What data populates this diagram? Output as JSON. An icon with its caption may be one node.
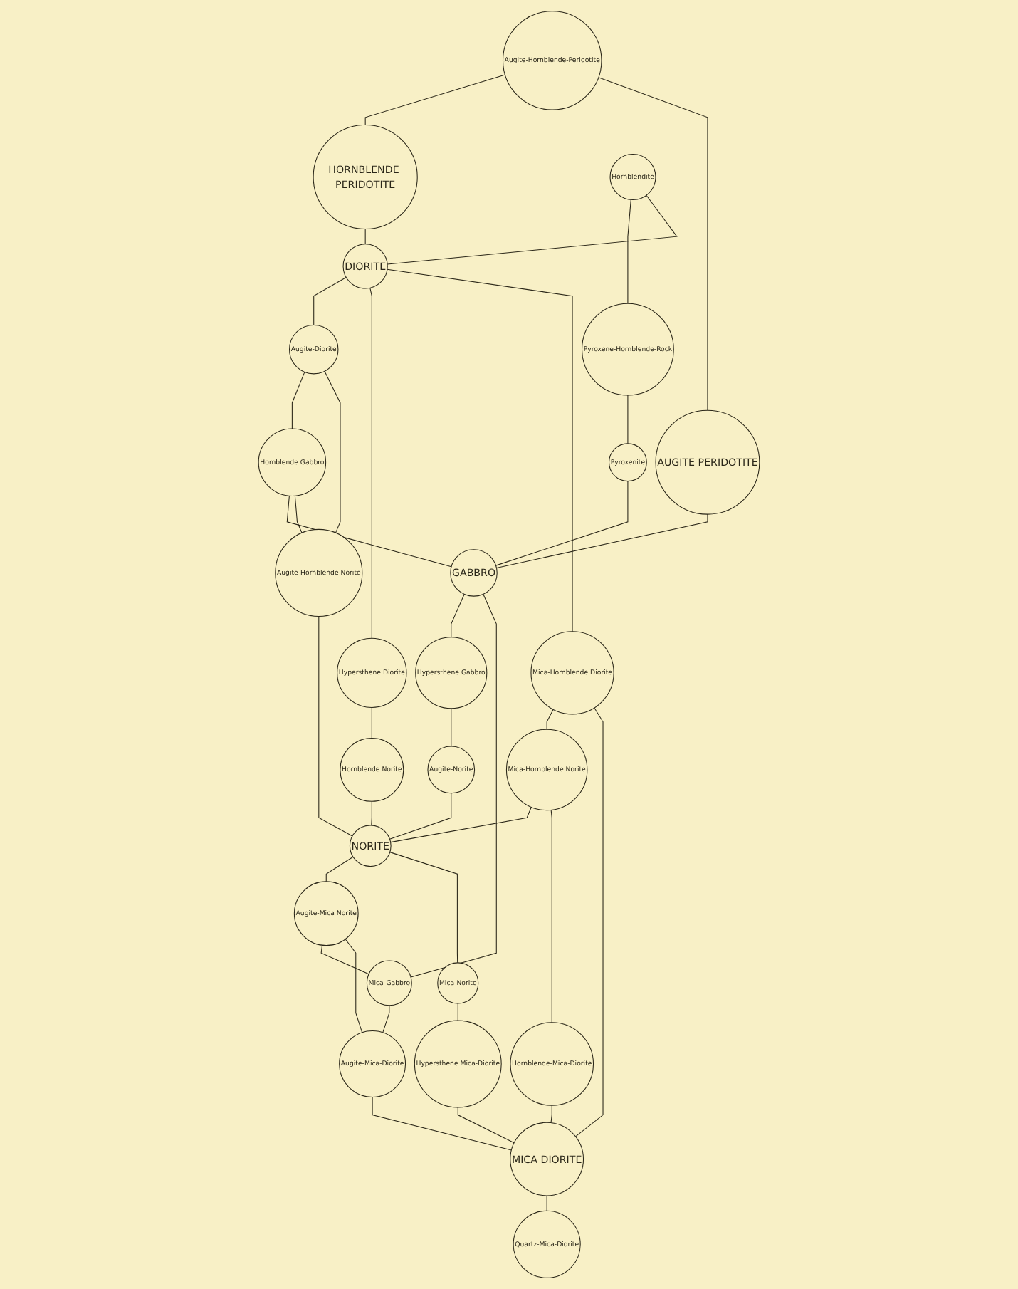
{
  "diagram": {
    "nodes": [
      {
        "text": [
          "Augite-Hornblende-Peridotite"
        ]
      },
      {
        "text": [
          "HORNBLENDE PERIDOTITE"
        ]
      },
      {
        "text": [
          "AUGITE PERIDOTITE"
        ]
      },
      {
        "text": [
          "Hornblendite"
        ]
      },
      {
        "text": [
          "Pyroxene-Hornblende-Rock"
        ]
      },
      {
        "text": [
          "Pyroxenite"
        ]
      },
      {
        "text": [
          "DIORITE"
        ]
      },
      {
        "text": [
          "Augite-Diorite"
        ]
      },
      {
        "text": [
          "Hornblende Gabbro"
        ]
      },
      {
        "text": [
          "GABBRO"
        ]
      },
      {
        "text": [
          "Hypersthene Diorite"
        ]
      },
      {
        "text": [
          "Augite-Hornblende Norite"
        ]
      },
      {
        "text": [
          "Hypersthene Gabbro"
        ]
      },
      {
        "text": [
          "Hornblende Norite"
        ]
      },
      {
        "text": [
          "Augite-Norite"
        ]
      },
      {
        "text": [
          "Mica-Hornblende Diorite"
        ]
      },
      {
        "text": [
          "NORITE"
        ]
      },
      {
        "text": [
          "Mica-Gabbro"
        ]
      },
      {
        "text": [
          "Mica-Hornblende Norite"
        ]
      },
      {
        "text": [
          "Augite-Mica Norite"
        ]
      },
      {
        "text": [
          "Mica-Norite"
        ]
      },
      {
        "text": [
          "Hornblende-Mica-Diorite"
        ]
      },
      {
        "text": [
          "Augite-Mica-Diorite"
        ]
      },
      {
        "text": [
          "Hypersthene Mica-Diorite"
        ]
      },
      {
        "text": [
          "MICA DIORITE"
        ]
      },
      {
        "text": [
          "Quartz-Mica-Diorite"
        ]
      }
    ],
    "edges": [
      {
        "from": 0,
        "to": 1,
        "arrow": "none"
      },
      {
        "from": 0,
        "to": 2,
        "arrow": "none"
      },
      {
        "from": 1,
        "to": 6,
        "arrow": "none"
      },
      {
        "from": 2,
        "to": 9,
        "arrow": "none"
      },
      {
        "from": 3,
        "to": 4,
        "arrow": "none"
      },
      {
        "from": 4,
        "to": 5,
        "arrow": "none"
      },
      {
        "from": 3,
        "to": 6,
        "arrow": "none"
      },
      {
        "from": 5,
        "to": 9,
        "arrow": "none"
      },
      {
        "from": 6,
        "to": 7,
        "arrow": "none"
      },
      {
        "from": 7,
        "to": 8,
        "arrow": "none"
      },
      {
        "from": 8,
        "to": 9,
        "arrow": "none"
      },
      {
        "from": 7,
        "to": 11,
        "arrow": "none"
      },
      {
        "from": 8,
        "to": 11,
        "arrow": "none"
      },
      {
        "from": 6,
        "to": 10,
        "arrow": "none"
      },
      {
        "from": 9,
        "to": 12,
        "arrow": "none"
      },
      {
        "from": 10,
        "to": 13,
        "arrow": "none"
      },
      {
        "from": 12,
        "to": 14,
        "arrow": "none"
      },
      {
        "from": 11,
        "to": 16,
        "arrow": "none"
      },
      {
        "from": 13,
        "to": 16,
        "arrow": "none"
      },
      {
        "from": 14,
        "to": 16,
        "arrow": "none"
      },
      {
        "from": 6,
        "to": 15,
        "arrow": "none"
      },
      {
        "from": 9,
        "to": 17,
        "arrow": "none"
      },
      {
        "from": 15,
        "to": 18,
        "arrow": "none"
      },
      {
        "from": 18,
        "to": 16,
        "arrow": "none"
      },
      {
        "from": 16,
        "to": 19,
        "arrow": "none"
      },
      {
        "from": 19,
        "to": 17,
        "arrow": "none"
      },
      {
        "from": 16,
        "to": 20,
        "arrow": "none"
      },
      {
        "from": 18,
        "to": 21,
        "arrow": "none"
      },
      {
        "from": 19,
        "to": 22,
        "arrow": "none"
      },
      {
        "from": 17,
        "to": 22,
        "arrow": "none"
      },
      {
        "from": 20,
        "to": 23,
        "arrow": "none"
      },
      {
        "from": 15,
        "to": 24,
        "arrow": "none"
      },
      {
        "from": 21,
        "to": 24,
        "arrow": "none"
      },
      {
        "from": 23,
        "to": 24,
        "arrow": "none"
      },
      {
        "from": 22,
        "to": 24,
        "arrow": "none"
      },
      {
        "from": 24,
        "to": 25,
        "arrow": "none"
      }
    ]
  }
}
